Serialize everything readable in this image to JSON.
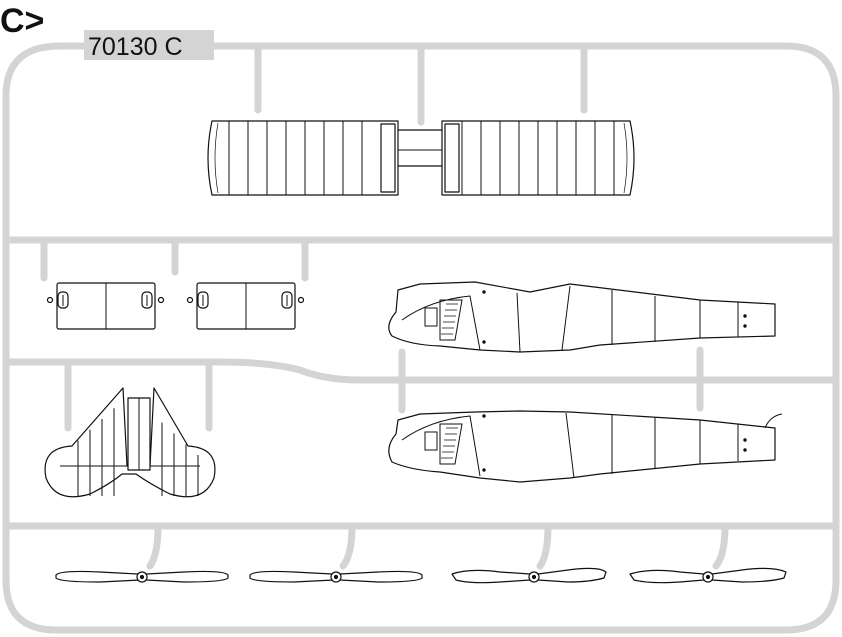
{
  "sheet": {
    "letter": "C>",
    "code": "70130 C"
  },
  "colors": {
    "sprue": "#d4d4d4",
    "ink": "#111111",
    "background": "#ffffff"
  },
  "parts": [
    "upper-wing-left-panel",
    "upper-wing-right-panel",
    "elevator-left",
    "elevator-right",
    "fuselage-half-upper",
    "fuselage-half-lower",
    "tailplane",
    "propeller-1",
    "propeller-2",
    "propeller-3",
    "propeller-4"
  ]
}
